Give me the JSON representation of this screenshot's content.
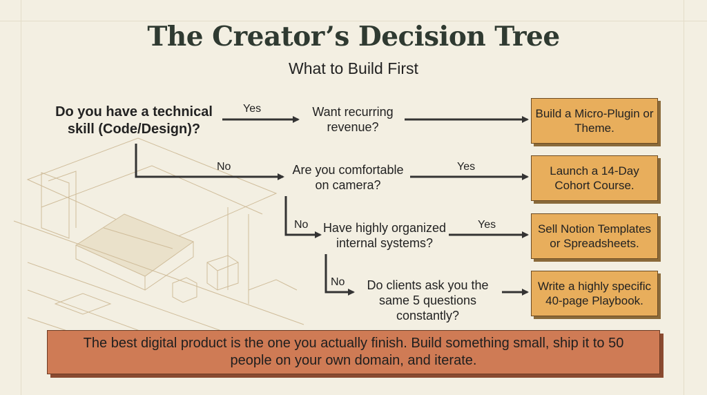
{
  "title": "The Creator’s Decision Tree",
  "subtitle": "What to Build First",
  "questions": {
    "q1": "Do you have a technical skill (Code/Design)?",
    "q2": "Want recurring revenue?",
    "q3": "Are you comfortable on camera?",
    "q4": "Have highly organized internal systems?",
    "q5": "Do clients ask you the same 5 questions constantly?"
  },
  "labels": {
    "yes": "Yes",
    "no": "No"
  },
  "outcomes": {
    "o1": "Build a Micro-Plugin or Theme.",
    "o2": "Launch a 14-Day Cohort Course.",
    "o3": "Sell Notion Templates or Spreadsheets.",
    "o4": "Write a highly specific 40-page Playbook."
  },
  "footer": "The best digital product is the one you actually finish. Build something small, ship it to 50 people on your own domain, and iterate."
}
